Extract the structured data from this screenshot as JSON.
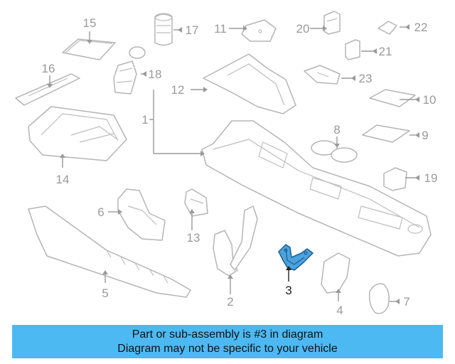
{
  "diagram": {
    "callouts": {
      "c1": "1",
      "c2": "2",
      "c3": "3",
      "c4": "4",
      "c5": "5",
      "c6": "6",
      "c7": "7",
      "c8": "8",
      "c9": "9",
      "c10": "10",
      "c11": "11",
      "c12": "12",
      "c13": "13",
      "c14": "14",
      "c15": "15",
      "c16": "16",
      "c17": "17",
      "c18": "18",
      "c19": "19",
      "c20": "20",
      "c21": "21",
      "c22": "22",
      "c23": "23"
    },
    "highlighted_part": "3",
    "highlight_color": "#4aa3df",
    "line_color": "#b5b5b5"
  },
  "banner": {
    "line1": "Part or sub-assembly is #3 in diagram",
    "line2": "Diagram may not be specific to your vehicle",
    "background": "#4db9f2"
  }
}
